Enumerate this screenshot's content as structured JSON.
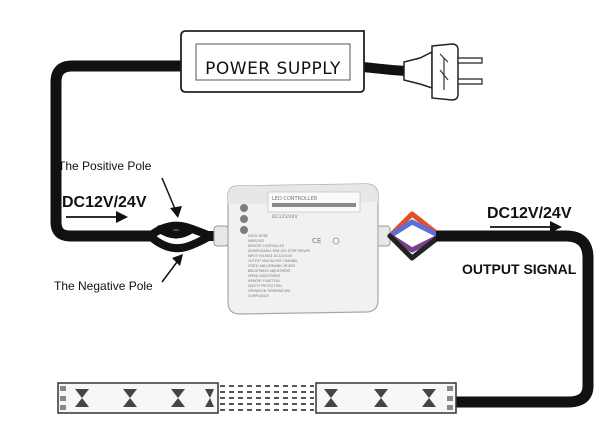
{
  "power_supply": {
    "label": "POWER SUPPLY"
  },
  "labels": {
    "positive_pole": "The Positive Pole",
    "negative_pole": "The Negative Pole",
    "input_voltage": "DC12V/24V",
    "output_voltage": "DC12V/24V",
    "output_signal": "OUTPUT SIGNAL"
  },
  "controller": {
    "title": "LED CONTROLLER",
    "model": "DC12V/24V",
    "ce_mark": "CE",
    "spec_lines": [
      "MULTI-MODE",
      "WIRELESS",
      "REMOTE CONTROLLER",
      "ADDRESSABLE RGB LED STRIP DRIVER",
      "INPUT VOLTAGE DC12V/24V",
      "OUTPUT MAX 6A PER CHANNEL",
      "STATIC AND DYNAMIC MODES",
      "BRIGHTNESS ADJUSTMENT",
      "SPEED ADJUSTMENT",
      "MEMORY FUNCTION",
      "SAFETY PROTECTION",
      "OPERATION TEMPERATURE",
      "COMPLIANCE"
    ]
  },
  "colors": {
    "cable": "#111111",
    "wire_red": "#e0502a",
    "wire_blue": "#5a6fd8",
    "wire_purple": "#7a3f8e",
    "wire_black": "#222222",
    "controller_body": "#f1f1f1",
    "strip_body": "#f7f7f7",
    "strip_chip": "#444444"
  }
}
